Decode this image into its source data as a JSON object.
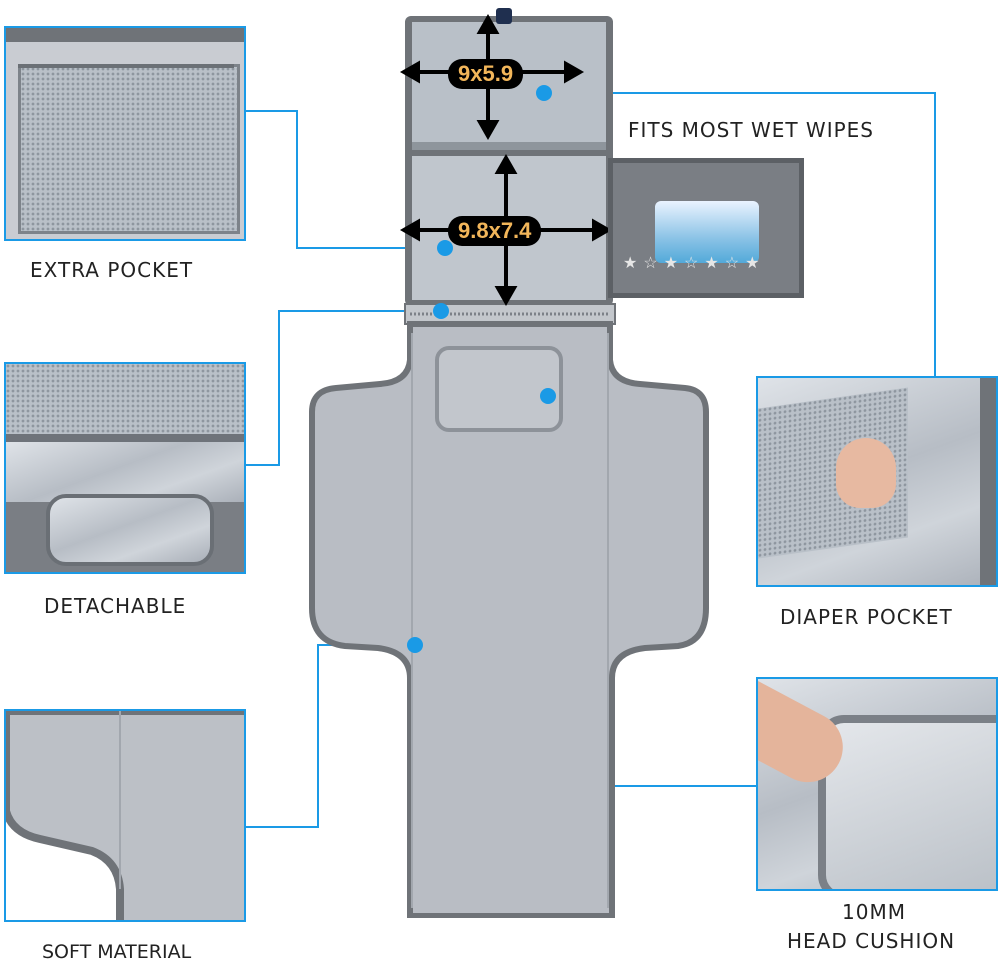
{
  "labels": {
    "extra_pocket": "EXTRA POCKET",
    "fits_wipes": "FITS MOST WET WIPES",
    "detachable": "DETACHABLE",
    "diaper_pocket": "DIAPER POCKET",
    "soft_material": "SOFT MATERIAL",
    "head_cushion_line1": "10MM",
    "head_cushion_line2": "HEAD CUSHION"
  },
  "dimensions": {
    "top_pocket": "9x5.9",
    "middle_pocket": "9.8x7.4"
  },
  "colors": {
    "callout_blue": "#1a9ae6",
    "mat_gray": "#b8bcc3",
    "border_gray": "#6f7378",
    "dim_text": "#f2b65a"
  }
}
